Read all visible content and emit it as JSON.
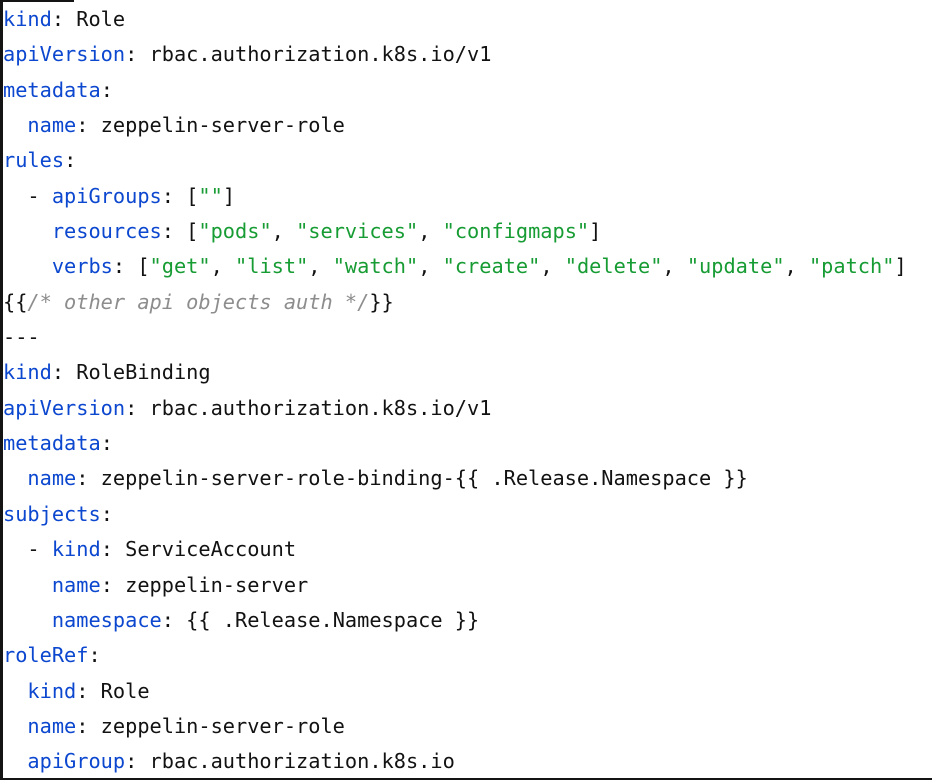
{
  "code_block": {
    "language": "yaml",
    "colors": {
      "background": "#ffffff",
      "border": "#141414",
      "key": "#0c47cf",
      "string": "#179c34",
      "comment": "#8d8d8d",
      "text": "#121212"
    },
    "lines": [
      {
        "tokens": [
          {
            "t": "key",
            "v": "kind"
          },
          {
            "t": "txt",
            "v": ": Role"
          }
        ]
      },
      {
        "tokens": [
          {
            "t": "key",
            "v": "apiVersion"
          },
          {
            "t": "txt",
            "v": ": rbac.authorization.k8s.io/v1"
          }
        ]
      },
      {
        "tokens": [
          {
            "t": "key",
            "v": "metadata"
          },
          {
            "t": "txt",
            "v": ":"
          }
        ]
      },
      {
        "tokens": [
          {
            "t": "txt",
            "v": "  "
          },
          {
            "t": "key",
            "v": "name"
          },
          {
            "t": "txt",
            "v": ": zeppelin-server-role"
          }
        ]
      },
      {
        "tokens": [
          {
            "t": "key",
            "v": "rules"
          },
          {
            "t": "txt",
            "v": ":"
          }
        ]
      },
      {
        "tokens": [
          {
            "t": "txt",
            "v": "  - "
          },
          {
            "t": "key",
            "v": "apiGroups"
          },
          {
            "t": "txt",
            "v": ": ["
          },
          {
            "t": "str",
            "v": "\"\""
          },
          {
            "t": "txt",
            "v": "]"
          }
        ]
      },
      {
        "tokens": [
          {
            "t": "txt",
            "v": "    "
          },
          {
            "t": "key",
            "v": "resources"
          },
          {
            "t": "txt",
            "v": ": ["
          },
          {
            "t": "str",
            "v": "\"pods\""
          },
          {
            "t": "txt",
            "v": ", "
          },
          {
            "t": "str",
            "v": "\"services\""
          },
          {
            "t": "txt",
            "v": ", "
          },
          {
            "t": "str",
            "v": "\"configmaps\""
          },
          {
            "t": "txt",
            "v": "]"
          }
        ]
      },
      {
        "tokens": [
          {
            "t": "txt",
            "v": "    "
          },
          {
            "t": "key",
            "v": "verbs"
          },
          {
            "t": "txt",
            "v": ": ["
          },
          {
            "t": "str",
            "v": "\"get\""
          },
          {
            "t": "txt",
            "v": ", "
          },
          {
            "t": "str",
            "v": "\"list\""
          },
          {
            "t": "txt",
            "v": ", "
          },
          {
            "t": "str",
            "v": "\"watch\""
          },
          {
            "t": "txt",
            "v": ", "
          },
          {
            "t": "str",
            "v": "\"create\""
          },
          {
            "t": "txt",
            "v": ", "
          },
          {
            "t": "str",
            "v": "\"delete\""
          },
          {
            "t": "txt",
            "v": ", "
          },
          {
            "t": "str",
            "v": "\"update\""
          },
          {
            "t": "txt",
            "v": ", "
          },
          {
            "t": "str",
            "v": "\"patch\""
          },
          {
            "t": "txt",
            "v": "]"
          }
        ]
      },
      {
        "tokens": [
          {
            "t": "txt",
            "v": "{{"
          },
          {
            "t": "cmt",
            "v": "/* other api objects auth */"
          },
          {
            "t": "txt",
            "v": "}}"
          }
        ]
      },
      {
        "tokens": [
          {
            "t": "txt",
            "v": "---"
          }
        ]
      },
      {
        "tokens": [
          {
            "t": "key",
            "v": "kind"
          },
          {
            "t": "txt",
            "v": ": RoleBinding"
          }
        ]
      },
      {
        "tokens": [
          {
            "t": "key",
            "v": "apiVersion"
          },
          {
            "t": "txt",
            "v": ": rbac.authorization.k8s.io/v1"
          }
        ]
      },
      {
        "tokens": [
          {
            "t": "key",
            "v": "metadata"
          },
          {
            "t": "txt",
            "v": ":"
          }
        ]
      },
      {
        "tokens": [
          {
            "t": "txt",
            "v": "  "
          },
          {
            "t": "key",
            "v": "name"
          },
          {
            "t": "txt",
            "v": ": zeppelin-server-role-binding-{{ .Release.Namespace }}"
          }
        ]
      },
      {
        "tokens": [
          {
            "t": "key",
            "v": "subjects"
          },
          {
            "t": "txt",
            "v": ":"
          }
        ]
      },
      {
        "tokens": [
          {
            "t": "txt",
            "v": "  - "
          },
          {
            "t": "key",
            "v": "kind"
          },
          {
            "t": "txt",
            "v": ": ServiceAccount"
          }
        ]
      },
      {
        "tokens": [
          {
            "t": "txt",
            "v": "    "
          },
          {
            "t": "key",
            "v": "name"
          },
          {
            "t": "txt",
            "v": ": zeppelin-server"
          }
        ]
      },
      {
        "tokens": [
          {
            "t": "txt",
            "v": "    "
          },
          {
            "t": "key",
            "v": "namespace"
          },
          {
            "t": "txt",
            "v": ": {{ .Release.Namespace }}"
          }
        ]
      },
      {
        "tokens": [
          {
            "t": "key",
            "v": "roleRef"
          },
          {
            "t": "txt",
            "v": ":"
          }
        ]
      },
      {
        "tokens": [
          {
            "t": "txt",
            "v": "  "
          },
          {
            "t": "key",
            "v": "kind"
          },
          {
            "t": "txt",
            "v": ": Role"
          }
        ]
      },
      {
        "tokens": [
          {
            "t": "txt",
            "v": "  "
          },
          {
            "t": "key",
            "v": "name"
          },
          {
            "t": "txt",
            "v": ": zeppelin-server-role"
          }
        ]
      },
      {
        "tokens": [
          {
            "t": "txt",
            "v": "  "
          },
          {
            "t": "key",
            "v": "apiGroup"
          },
          {
            "t": "txt",
            "v": ": rbac.authorization.k8s.io"
          }
        ]
      }
    ]
  }
}
